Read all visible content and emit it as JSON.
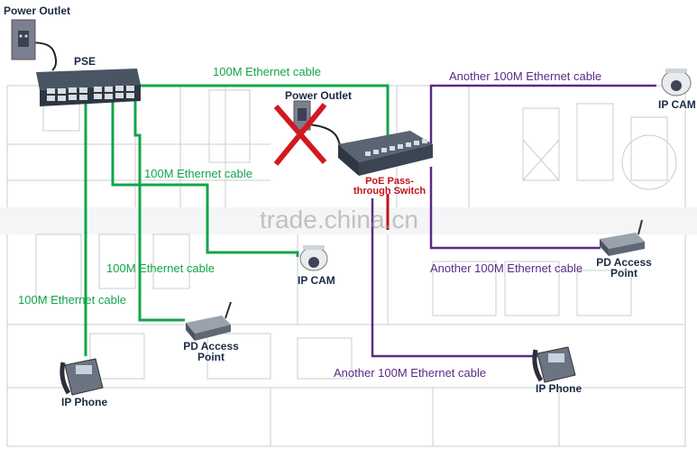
{
  "labels": {
    "power_outlet_top": "Power Outlet",
    "power_outlet_mid": "Power Outlet",
    "pse": "PSE",
    "poe_switch_line1": "PoE Pass-",
    "poe_switch_line2": "through Switch",
    "ip_cam_top": "IP CAM",
    "ip_cam_mid": "IP CAM",
    "pd_access_point_left_1": "PD Access",
    "pd_access_point_left_2": "Point",
    "pd_access_point_right_1": "PD Access",
    "pd_access_point_right_2": "Point",
    "ip_phone_left": "IP Phone",
    "ip_phone_right": "IP Phone"
  },
  "cables": {
    "green_1": "100M Ethernet cable",
    "green_2": "100M Ethernet cable",
    "green_3": "100M Ethernet cable",
    "green_4": "100M Ethernet cable",
    "purple_1": "Another 100M Ethernet cable",
    "purple_2": "Another 100M Ethernet cable",
    "purple_3": "Another 100M Ethernet cable"
  },
  "watermark": "trade.china.cn",
  "colors": {
    "green": "#12a54a",
    "purple": "#5b2a86",
    "red": "#c0141c",
    "floorplan": "#c9cdd2"
  }
}
